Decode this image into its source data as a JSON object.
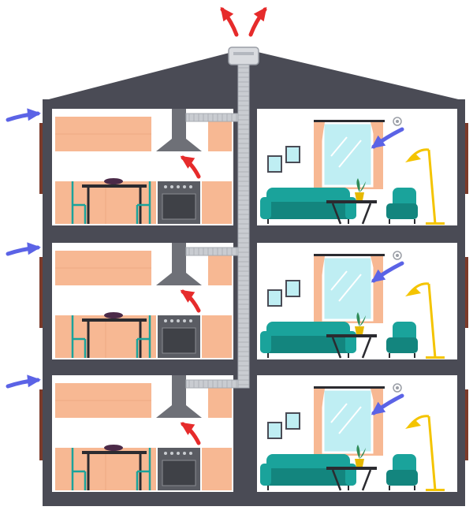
{
  "colors": {
    "wall": "#4a4b55",
    "room_bg": "#ffffff",
    "cabinet": "#f7b893",
    "cabinet_line": "#ecaa83",
    "duct": "#c9ccd1",
    "duct_line": "#a7abb2",
    "hood": "#6e7077",
    "oven": "#5a5c63",
    "teal": "#1aa39b",
    "teal_dark": "#13857e",
    "table": "#2b2b30",
    "window_glass": "#bfeef3",
    "curtain": "#f7b893",
    "lamp": "#f4c400",
    "exhaust_arrow": "#e62b2b",
    "fresh_air_arrow": "#5b63e6",
    "fan_unit": "#d9dbdf",
    "frame": "#4a4b55",
    "plant": "#2e8b57",
    "pot": "#e6b800"
  },
  "icons": {
    "roof_exhaust": "red-arrow-icon",
    "fresh_air_inlet": "blue-arrow-icon",
    "kitchen_extract": "red-arrow-icon",
    "window_vent": "blue-arrow-icon",
    "roof_fan": "fan-unit-icon"
  },
  "floors": [
    {
      "level": "top",
      "kitchen": [
        "cabinets",
        "range-hood",
        "dining-table",
        "oven"
      ],
      "living": [
        "sofa",
        "armchair",
        "coffee-table",
        "floor-lamp",
        "window-with-curtains",
        "wall-pictures",
        "ceiling-vent"
      ]
    },
    {
      "level": "middle",
      "kitchen": [
        "cabinets",
        "range-hood",
        "dining-table",
        "oven"
      ],
      "living": [
        "sofa",
        "armchair",
        "coffee-table",
        "floor-lamp",
        "window-with-curtains",
        "wall-pictures",
        "ceiling-vent"
      ]
    },
    {
      "level": "bottom",
      "kitchen": [
        "cabinets",
        "range-hood",
        "dining-table",
        "oven"
      ],
      "living": [
        "sofa",
        "armchair",
        "coffee-table",
        "floor-lamp",
        "window-with-curtains",
        "wall-pictures",
        "ceiling-vent"
      ]
    }
  ]
}
